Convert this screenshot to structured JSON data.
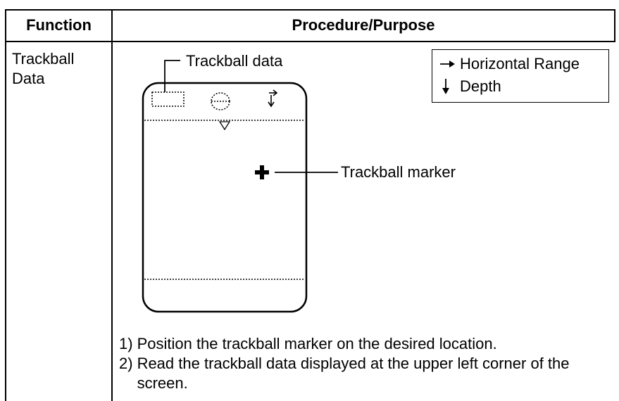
{
  "table": {
    "header_function": "Function",
    "header_procedure": "Procedure/Purpose"
  },
  "row": {
    "function_line1": "Trackball",
    "function_line2": "Data"
  },
  "diagram": {
    "trackball_data_label": "Trackball data",
    "trackball_marker_label": "Trackball marker",
    "legend_horizontal": "Horizontal Range",
    "legend_depth": "Depth",
    "legend_horizontal_icon": "right-arrow",
    "legend_depth_icon": "down-arrow"
  },
  "steps": [
    {
      "num": "1)",
      "text": "Position the trackball marker on the desired location."
    },
    {
      "num": "2)",
      "text": "Read the trackball data displayed at the upper left corner of the screen."
    }
  ]
}
